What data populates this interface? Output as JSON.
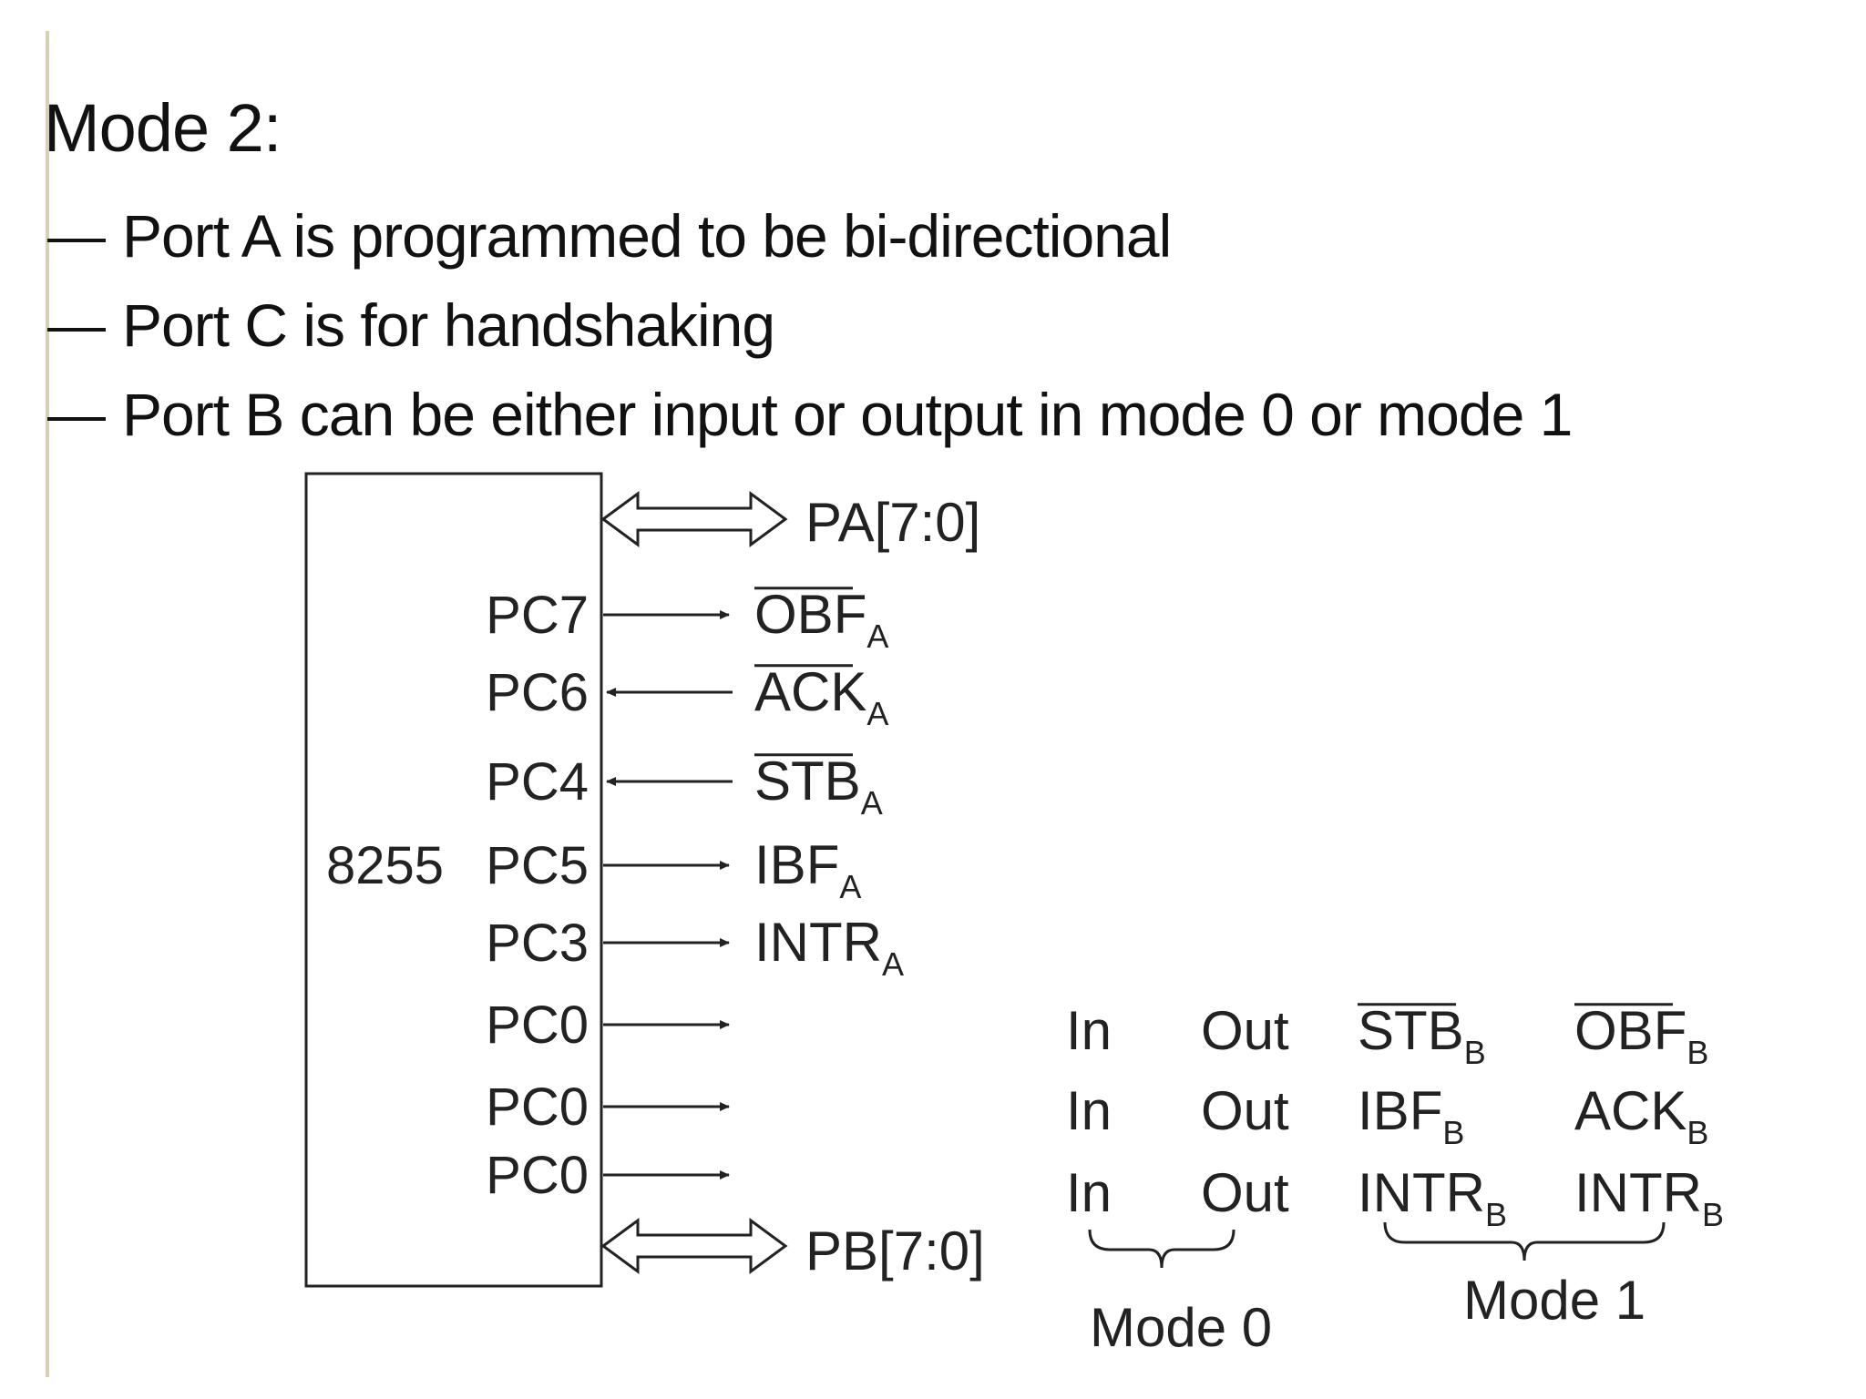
{
  "slide": {
    "title": "Mode 2:",
    "bullets": [
      "Port A is programmed to be bi-directional",
      "Port C is for handshaking",
      "Port B can be either input or output in mode 0 or mode 1"
    ]
  },
  "diagram": {
    "chip_label": "8255",
    "ports": {
      "pa": "PA[7:0]",
      "pb": "PB[7:0]"
    },
    "pins": [
      {
        "pin": "PC7",
        "direction": "out",
        "signal": "OBF",
        "sub": "A",
        "active_low": true
      },
      {
        "pin": "PC6",
        "direction": "in",
        "signal": "ACK",
        "sub": "A",
        "active_low": true
      },
      {
        "pin": "PC4",
        "direction": "in",
        "signal": "STB",
        "sub": "A",
        "active_low": true
      },
      {
        "pin": "PC5",
        "direction": "out",
        "signal": "IBF",
        "sub": "A",
        "active_low": false
      },
      {
        "pin": "PC3",
        "direction": "out",
        "signal": "INTR",
        "sub": "A",
        "active_low": false
      },
      {
        "pin": "PC0",
        "direction": "out",
        "signal": "",
        "sub": "",
        "active_low": false
      },
      {
        "pin": "PC0",
        "direction": "out",
        "signal": "",
        "sub": "",
        "active_low": false
      },
      {
        "pin": "PC0",
        "direction": "out",
        "signal": "",
        "sub": "",
        "active_low": false
      }
    ],
    "mode_table": {
      "mode0_rows": [
        {
          "in": "In",
          "out": "Out"
        },
        {
          "in": "In",
          "out": "Out"
        },
        {
          "in": "In",
          "out": "Out"
        }
      ],
      "mode1_rows": [
        {
          "in": {
            "signal": "STB",
            "sub": "B",
            "active_low": true
          },
          "out": {
            "signal": "OBF",
            "sub": "B",
            "active_low": true
          }
        },
        {
          "in": {
            "signal": "IBF",
            "sub": "B",
            "active_low": false
          },
          "out": {
            "signal": "ACK",
            "sub": "B",
            "active_low": false
          }
        },
        {
          "in": {
            "signal": "INTR",
            "sub": "B",
            "active_low": false
          },
          "out": {
            "signal": "INTR",
            "sub": "B",
            "active_low": false
          }
        }
      ],
      "mode0_label": "Mode 0",
      "mode1_label": "Mode 1"
    }
  }
}
